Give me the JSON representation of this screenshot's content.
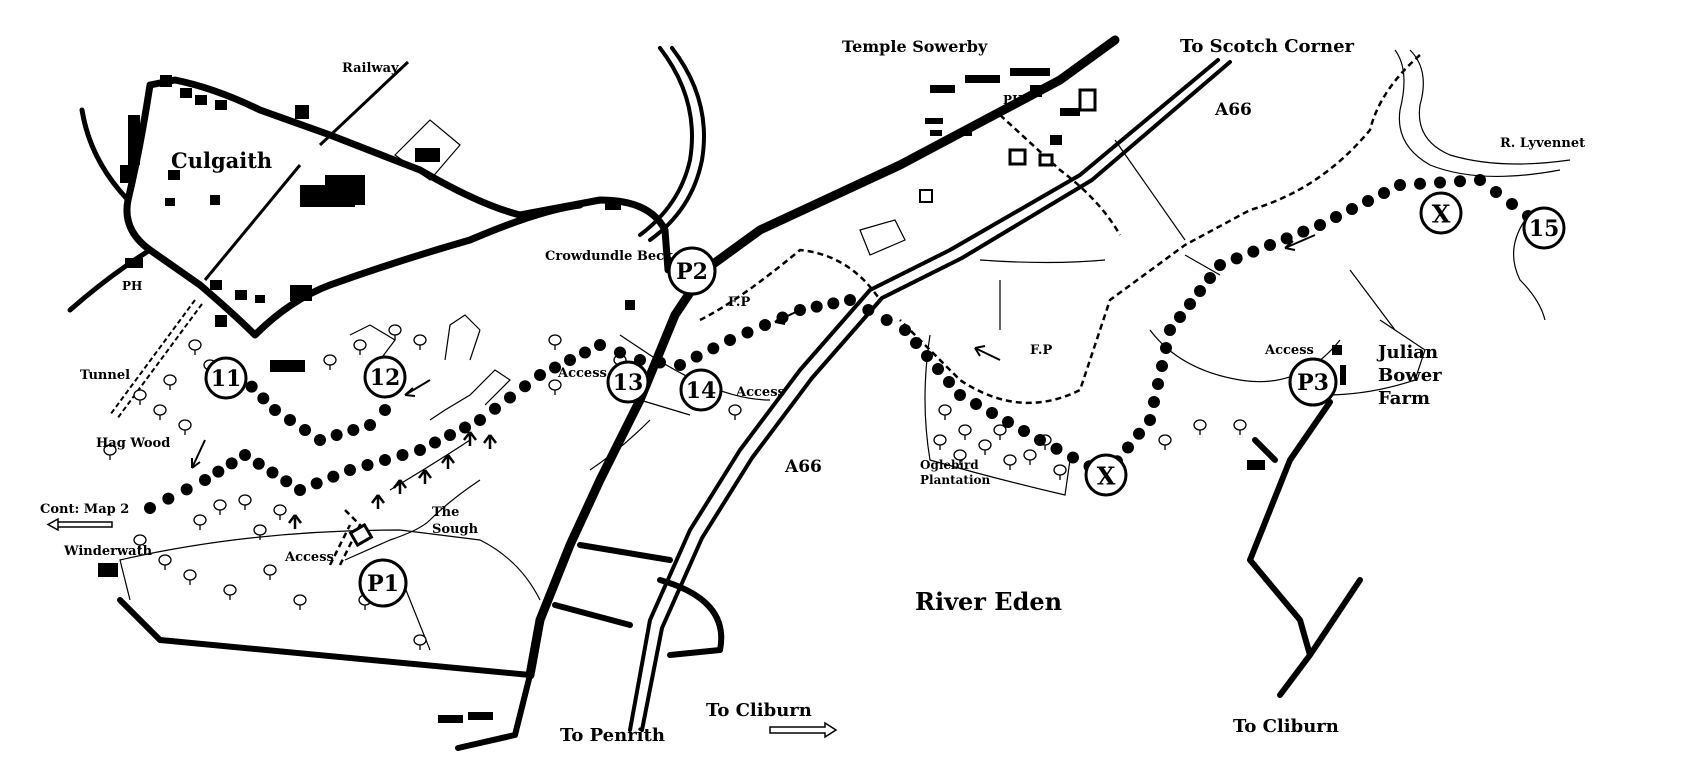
{
  "places": {
    "culgaith": "Culgaith",
    "temple_sowerby": "Temple Sowerby",
    "winderwath": "Winderwath",
    "hag_wood": "Hag Wood",
    "the_sough_1": "The",
    "the_sough_2": "Sough",
    "oglebird_1": "Oglebird",
    "oglebird_2": "Plantation",
    "julian_1": "Julian",
    "julian_2": "Bower",
    "julian_3": "Farm",
    "river_eden": "River Eden",
    "r_lyvennet": "R. Lyvennet",
    "crowdundle_beck": "Crowdundle Beck"
  },
  "roads": {
    "to_scotch_corner": "To Scotch Corner",
    "a66_top": "A66",
    "a66_mid": "A66",
    "to_penrith": "To Penrith",
    "to_cliburn_1": "To Cliburn",
    "to_cliburn_2": "To Cliburn"
  },
  "features": {
    "railway": "Railway",
    "tunnel": "Tunnel",
    "ph_1": "PH",
    "ph_2": "PH",
    "fp_1": "F.P",
    "fp_2": "F.P",
    "access_1": "Access",
    "access_2": "Access",
    "access_3": "Access",
    "access_4": "Access",
    "cont_map": "Cont: Map 2"
  },
  "waypoints": {
    "w11": "11",
    "w12": "12",
    "w13": "13",
    "w14": "14",
    "w15": "15",
    "p1": "P1",
    "p2": "P2",
    "p3": "P3",
    "x1": "X",
    "x2": "X"
  }
}
